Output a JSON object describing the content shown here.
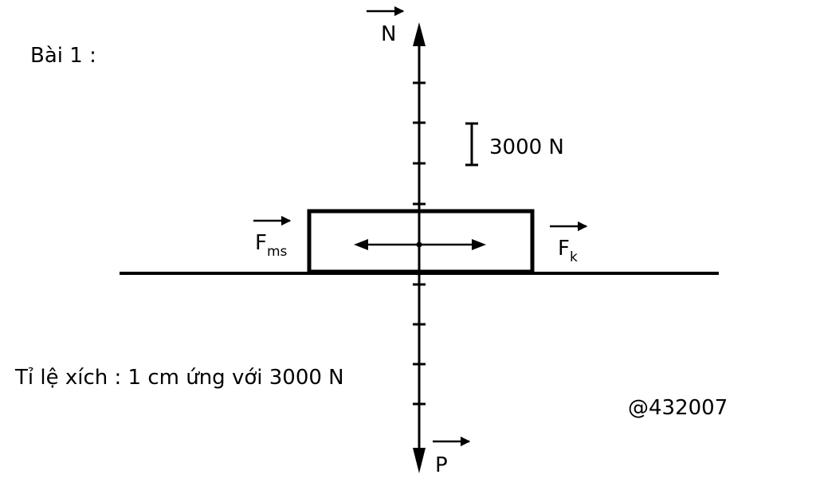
{
  "title": "Bài 1 :",
  "forces": {
    "normal": "N",
    "weight": "P",
    "friction": "F",
    "friction_sub": "ms",
    "pull": "F",
    "pull_sub": "k"
  },
  "scale_bar_label": "3000 N",
  "scale_note": "Tỉ lệ xích : 1 cm ứng với 3000 N",
  "watermark": "@432007",
  "colors": {
    "ink": "#000000",
    "background": "#ffffff"
  }
}
